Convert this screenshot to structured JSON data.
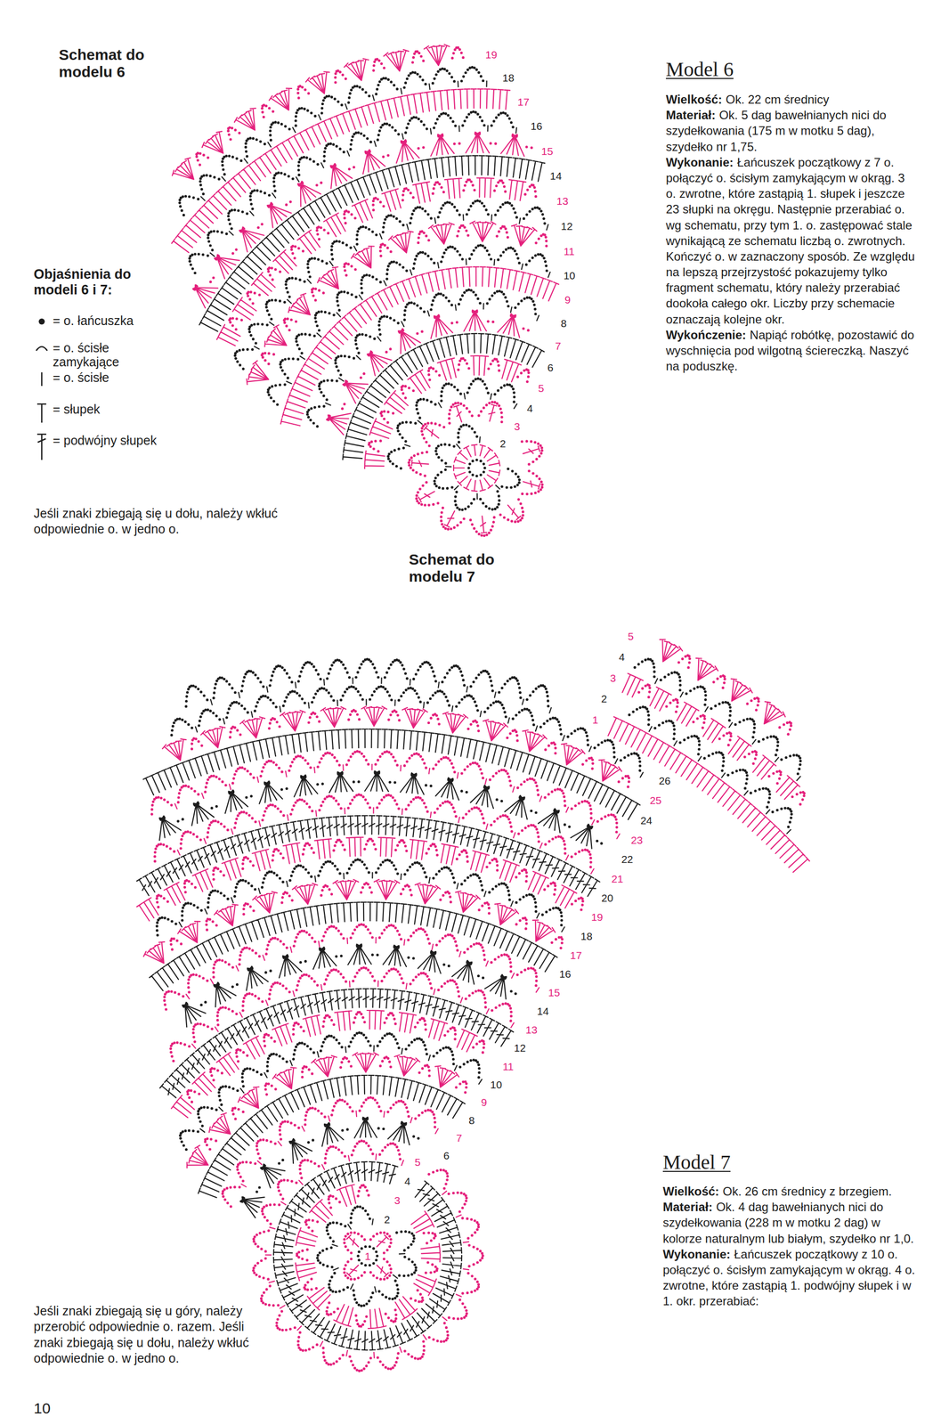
{
  "diagram": {
    "labels": [
      "Schemat do modelu 6",
      "Model 6",
      "Wielkość:",
      "Ok. 22 cm średnicy",
      "Materiał:",
      "Ok. 5 dag bawełnianych nici do szydełkowania (175 m w motku 5 dag), szydełko nr 1,75.",
      "Wykonanie:",
      "Łańcuszek początkowy z 7 o. połączyć o. ścisłym zamykającym w okrąg. 3 o. zwrotne, które zastąpią 1. słupek i jeszcze 23 słupki na okręgu. Następnie przerabiać o. wg schematu, przy tym 1. o. zastępować stale wynikającą ze schematu liczbą o. zwrotnych. Kończyć o. w zaznaczony sposób. Ze względu na lepszą przejrzystość pokazujemy tylko fragment schematu, który należy przerabiać dookoła całego okr. Liczby przy schemacie oznaczają kolejne okr.",
      "Wykończenie:",
      "Napiąć robótkę, pozostawić do wyschnięcia pod wilgotną ściereczką. Naszyć na poduszkę.",
      "Objaśnienia do modeli 6 i 7:",
      "Jeśli znaki zbiegają się u dołu, należy wkłuć odpowiednie o. w jedno o.",
      "Schemat do modelu 7",
      "Model 7",
      "Wielkość:",
      "Ok. 26 cm średnicy z brzegiem.",
      "Materiał:",
      "Ok. 4 dag bawełnianych nici do szydełkowania (228 m w motku 2 dag) w kolorze naturalnym lub białym, szydełko nr 1,0.",
      "Wykonanie:",
      "Łańcuszek początkowy z 10 o. połączyć o. ścisłym zamykającym w okrąg. 4 o. zwrotne, które zastąpią 1. podwójny słupek i w 1. okr. przerabiać:",
      "Jeśli znaki zbiegają się u góry, należy przerobić odpowiednie o. razem. Jeśli znaki zbiegają się u dołu, należy wkłuć odpowiednie o. w jedno o.",
      "10",
      "2",
      "3",
      "4",
      "5",
      "6",
      "7",
      "8",
      "9",
      "10",
      "11",
      "12",
      "13",
      "14",
      "15",
      "16",
      "17",
      "18",
      "19",
      "1",
      "2",
      "3",
      "4",
      "5",
      "6",
      "7",
      "8",
      "9",
      "10",
      "11",
      "12",
      "13",
      "14",
      "15",
      "16",
      "17",
      "18",
      "19",
      "20",
      "21",
      "22",
      "23",
      "24",
      "25",
      "26",
      "1",
      "2",
      "3",
      "4",
      "5"
    ],
    "legend": [
      {
        "text": "= o. łańcuszka"
      },
      {
        "text": "= o. ścisłe zamykające"
      },
      {
        "text": "= o. ścisłe"
      },
      {
        "text": "= słupek"
      },
      {
        "text": "= podwójny słupek"
      }
    ]
  }
}
